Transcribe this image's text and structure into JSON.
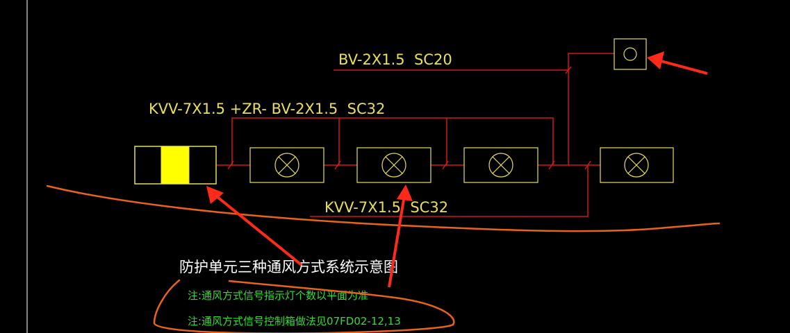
{
  "diagram": {
    "cable_labels": {
      "top_right": "BV-2X1.5  SC20",
      "upper": "KVV-7X1.5 +ZR- BV-2X1.5  SC32",
      "lower": "KVV-7X1.5  SC32"
    },
    "title": "防护单元三种通风方式系统示意图",
    "notes": [
      "注:通风方式信号指示灯个数以平面为准",
      "注:通风方式信号控制箱做法见07FD02-12,13"
    ],
    "colors": {
      "background": "#000000",
      "line_red": "#d01818",
      "symbol_yellow": "#e8e05a",
      "fill_yellow": "#ffff00",
      "annotation_orange": "#e8641a",
      "arrow_red": "#ff2a1a",
      "note_green": "#2ee02e",
      "frame_gray": "#b0b0b0"
    },
    "symbols": {
      "control_box": "signal-control-box",
      "lamps": [
        "indicator-lamp",
        "indicator-lamp",
        "indicator-lamp",
        "indicator-lamp"
      ],
      "small_lamp": "signal-light-circle"
    }
  }
}
